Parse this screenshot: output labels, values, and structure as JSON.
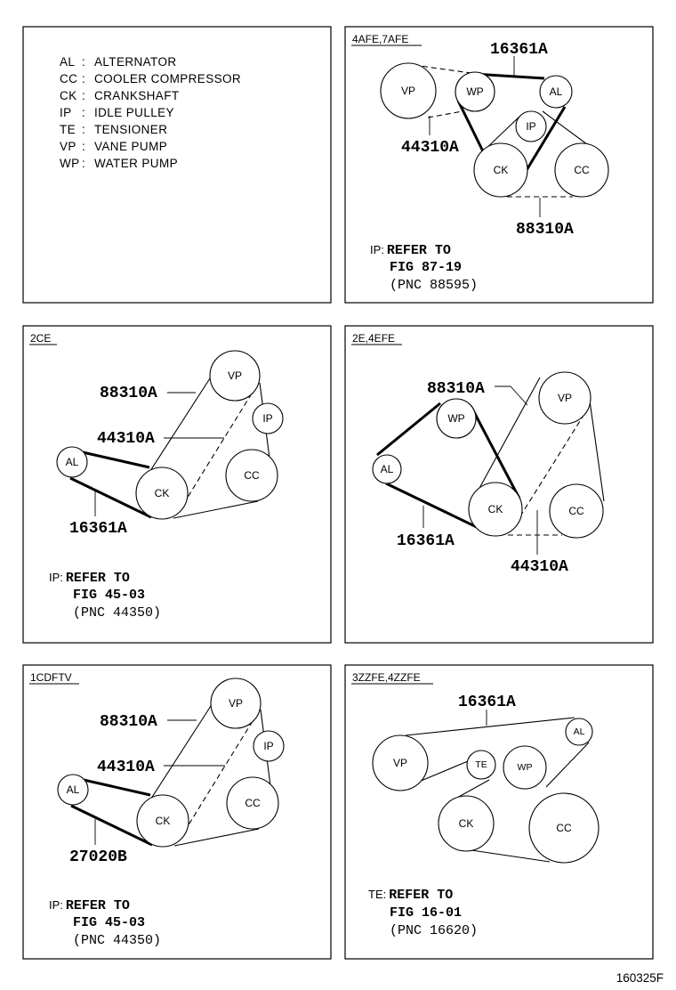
{
  "legend": [
    {
      "abbr": "AL",
      "name": "ALTERNATOR"
    },
    {
      "abbr": "CC",
      "name": "COOLER COMPRESSOR"
    },
    {
      "abbr": "CK",
      "name": "CRANKSHAFT"
    },
    {
      "abbr": "IP",
      "name": "IDLE PULLEY"
    },
    {
      "abbr": "TE",
      "name": "TENSIONER"
    },
    {
      "abbr": "VP",
      "name": "VANE PUMP"
    },
    {
      "abbr": "WP",
      "name": "WATER PUMP"
    }
  ],
  "panels": {
    "p4afe": {
      "engine": "4AFE,7AFE",
      "parts": {
        "a": "16361A",
        "b": "44310A",
        "c": "88310A"
      },
      "note": {
        "key": "IP:",
        "line1": "REFER TO",
        "line2": "FIG 87-19",
        "line3": "(PNC 88595)"
      }
    },
    "p2ce": {
      "engine": "2CE",
      "parts": {
        "a": "88310A",
        "b": "44310A",
        "c": "16361A"
      },
      "note": {
        "key": "IP:",
        "line1": "REFER TO",
        "line2": "FIG 45-03",
        "line3": "(PNC 44350)"
      }
    },
    "p2e": {
      "engine": "2E,4EFE",
      "parts": {
        "a": "88310A",
        "b": "16361A",
        "c": "44310A"
      }
    },
    "p1cd": {
      "engine": "1CDFTV",
      "parts": {
        "a": "88310A",
        "b": "44310A",
        "c": "27020B"
      },
      "note": {
        "key": "IP:",
        "line1": "REFER TO",
        "line2": "FIG 45-03",
        "line3": "(PNC 44350)"
      }
    },
    "p3zz": {
      "engine": "3ZZFE,4ZZFE",
      "parts": {
        "a": "16361A"
      },
      "note": {
        "key": "TE:",
        "line1": "REFER TO",
        "line2": "FIG 16-01",
        "line3": "(PNC 16620)"
      }
    }
  },
  "labels": {
    "vp": "VP",
    "wp": "WP",
    "al": "AL",
    "ip": "IP",
    "ck": "CK",
    "cc": "CC",
    "te": "TE"
  },
  "figure_code": "160325F"
}
